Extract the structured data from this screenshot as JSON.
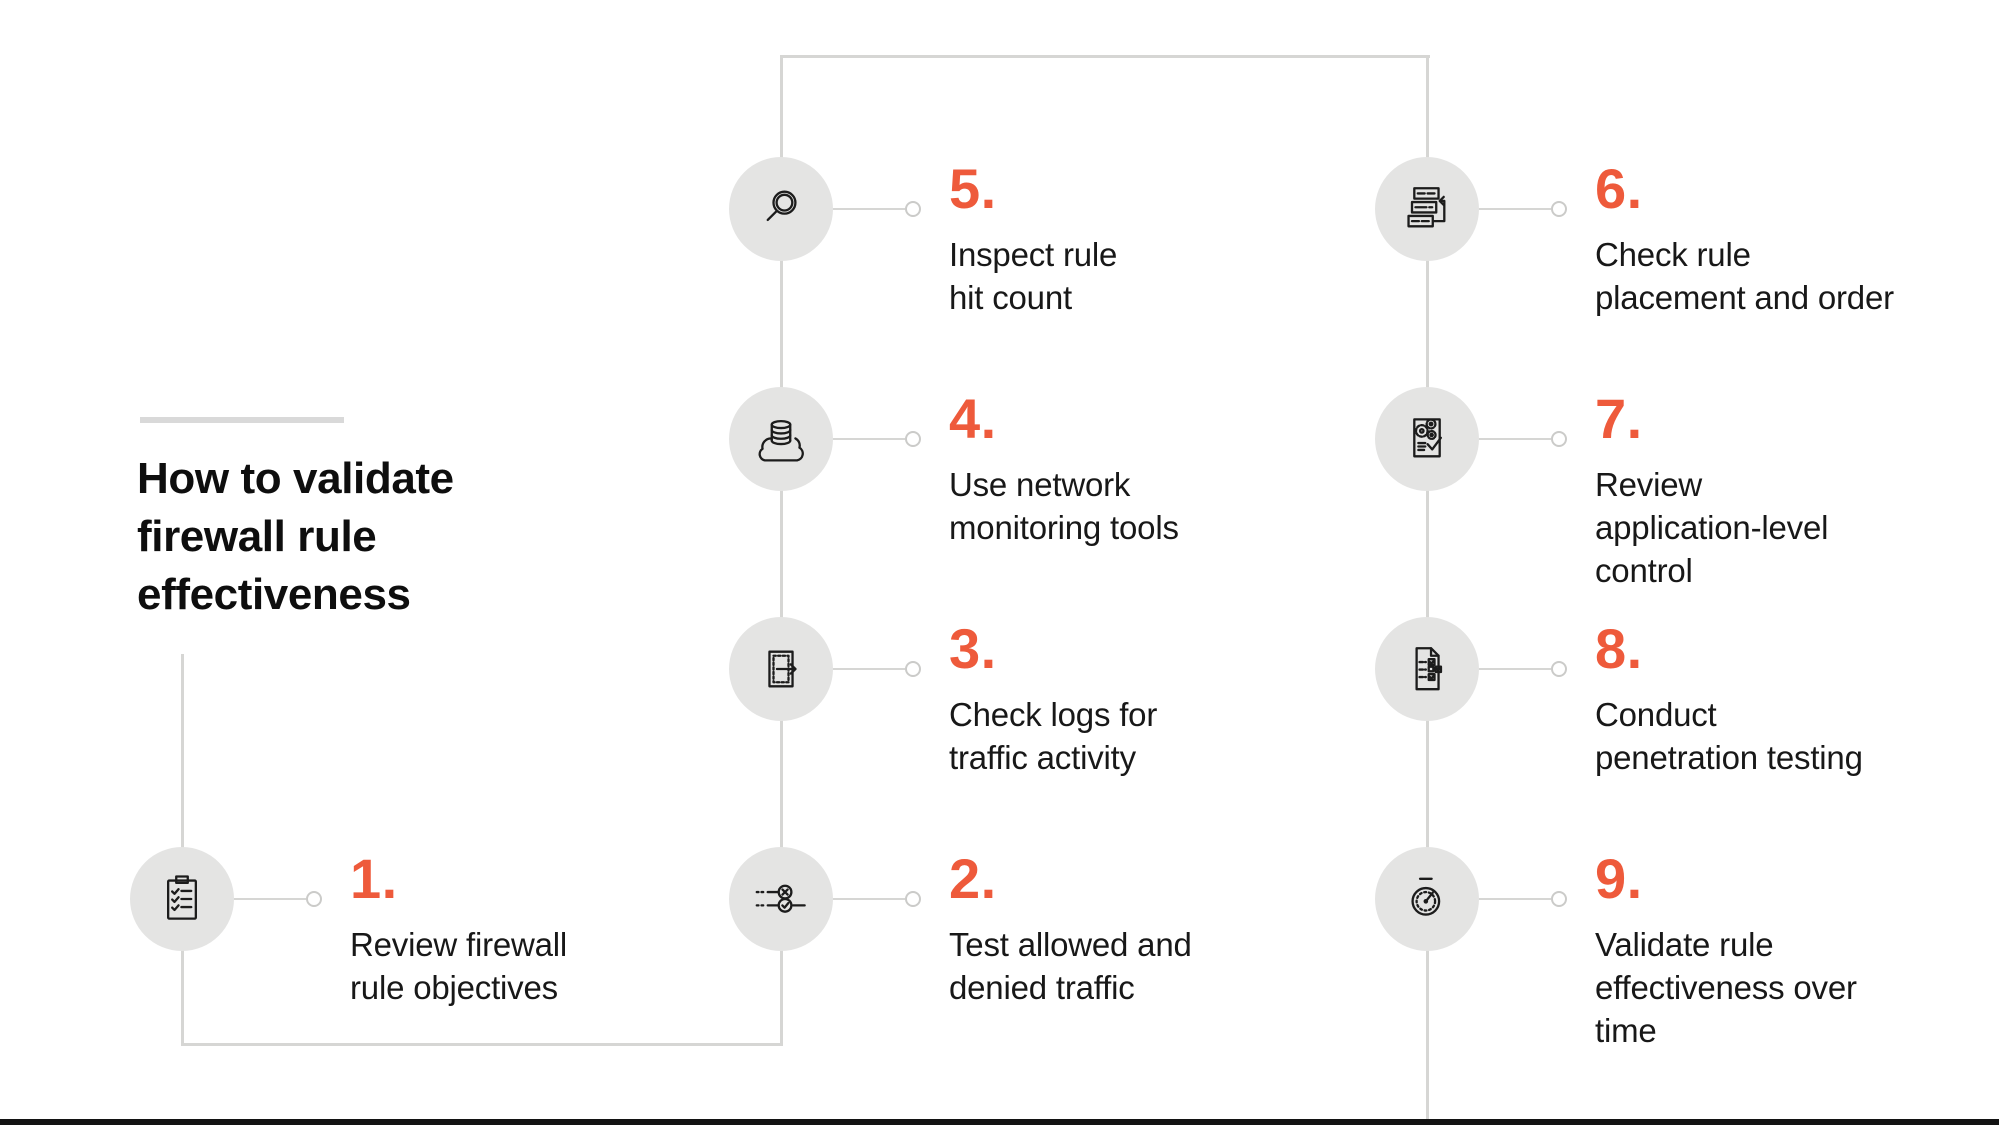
{
  "colors": {
    "accent": "#EE5A3B",
    "circle_fill": "#E4E4E3",
    "connector_line": "#D6D6D4",
    "title_rule": "#D9D9D9",
    "bottom_bar": "#131313",
    "text": "#141414"
  },
  "header": {
    "title": "How to validate\nfirewall rule\neffectiveness"
  },
  "steps": [
    {
      "number": "1.",
      "label": "Review firewall\nrule objectives",
      "icon": "clipboard-checklist-icon"
    },
    {
      "number": "2.",
      "label": "Test allowed and\ndenied traffic",
      "icon": "allowed-denied-traffic-icon"
    },
    {
      "number": "3.",
      "label": "Check logs for\ntraffic activity",
      "icon": "log-exit-arrow-icon"
    },
    {
      "number": "4.",
      "label": "Use network\nmonitoring tools",
      "icon": "cloud-database-icon"
    },
    {
      "number": "5.",
      "label": "Inspect rule\nhit count",
      "icon": "magnifier-icon"
    },
    {
      "number": "6.",
      "label": "Check rule\nplacement and order",
      "icon": "rule-order-icon"
    },
    {
      "number": "7.",
      "label": "Review\napplication-level\ncontrol",
      "icon": "gears-document-icon"
    },
    {
      "number": "8.",
      "label": "Conduct\npenetration testing",
      "icon": "pentest-checklist-icon"
    },
    {
      "number": "9.",
      "label": "Validate rule\neffectiveness over\ntime",
      "icon": "stopwatch-icon"
    }
  ]
}
